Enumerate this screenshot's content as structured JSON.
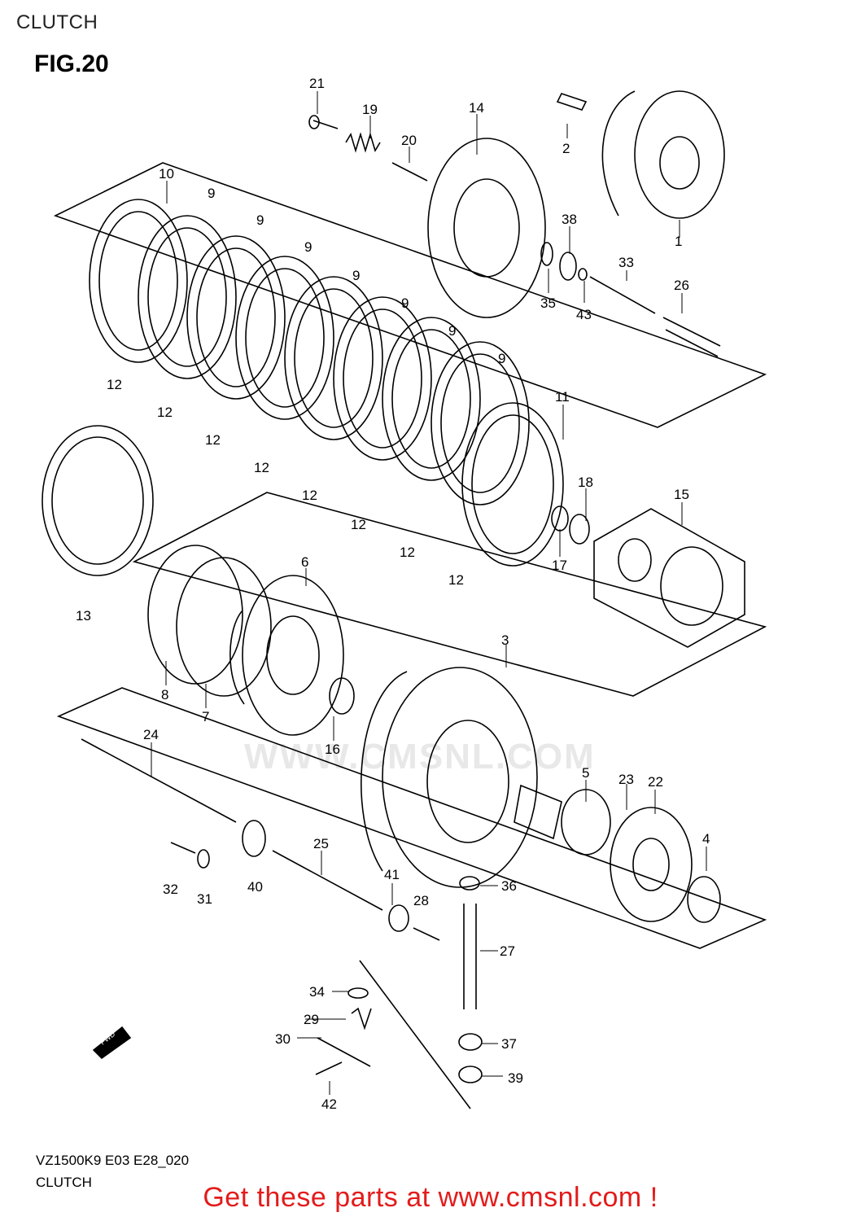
{
  "header": {
    "title": "CLUTCH"
  },
  "figure": {
    "label": "FIG.20"
  },
  "watermark_text": "WWW.CMSNL.COM",
  "parts": [
    "1",
    "2",
    "3",
    "4",
    "5",
    "6",
    "7",
    "8",
    "9",
    "10",
    "11",
    "12",
    "13",
    "14",
    "15",
    "16",
    "17",
    "18",
    "19",
    "20",
    "21",
    "22",
    "23",
    "24",
    "25",
    "26",
    "27",
    "28",
    "29",
    "30",
    "31",
    "32",
    "33",
    "34",
    "35",
    "36",
    "37",
    "38",
    "39",
    "40",
    "41",
    "42",
    "43"
  ],
  "callouts": {
    "n21": "21",
    "n19": "19",
    "n20": "20",
    "n14": "14",
    "n2": "2",
    "n1": "1",
    "n10": "10",
    "n9a": "9",
    "n9b": "9",
    "n9c": "9",
    "n9d": "9",
    "n9e": "9",
    "n9f": "9",
    "n9g": "9",
    "n38": "38",
    "n33": "33",
    "n26": "26",
    "n35": "35",
    "n43": "43",
    "n12a": "12",
    "n12b": "12",
    "n12c": "12",
    "n12d": "12",
    "n12e": "12",
    "n12f": "12",
    "n12g": "12",
    "n12h": "12",
    "n11": "11",
    "n18": "18",
    "n15": "15",
    "n17": "17",
    "n13": "13",
    "n6": "6",
    "n8": "8",
    "n7": "7",
    "n16": "16",
    "n3": "3",
    "n24": "24",
    "n5": "5",
    "n23": "23",
    "n22": "22",
    "n4": "4",
    "n32": "32",
    "n31": "31",
    "n40": "40",
    "n25": "25",
    "n41": "41",
    "n28": "28",
    "n36": "36",
    "n27": "27",
    "n34": "34",
    "n29": "29",
    "n30": "30",
    "n37": "37",
    "n39": "39",
    "n42": "42"
  },
  "fwd_label": "FWD",
  "footer": {
    "model_code": "VZ1500K9 E03 E28_020",
    "label": "CLUTCH"
  },
  "promo": "Get these parts at www.cmsnl.com !",
  "colors": {
    "promo": "#e31b1b",
    "watermark": "#e8e8e8"
  }
}
